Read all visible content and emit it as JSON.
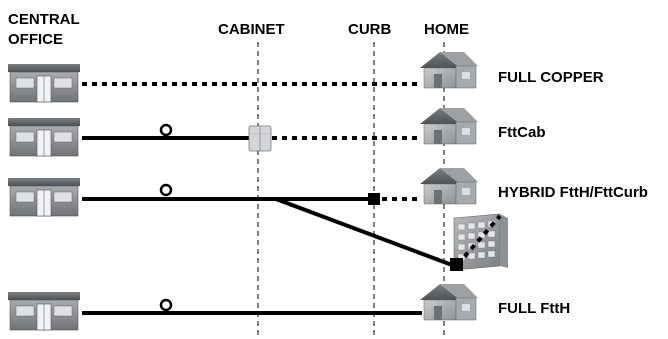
{
  "headers": {
    "central_office_line1": "CENTRAL",
    "central_office_line2": "OFFICE",
    "cabinet": "CABINET",
    "curb": "CURB",
    "home": "HOME"
  },
  "rows": [
    {
      "label": "FULL COPPER"
    },
    {
      "label": "FttCab"
    },
    {
      "label": "HYBRID FttH/FttCurb"
    },
    {
      "label": "FULL FttH"
    }
  ],
  "colors": {
    "fiber": "#000000",
    "copper": "#000000",
    "building_fill": "#8a8d90",
    "building_roof": "#5f6366",
    "guide_line": "#000000"
  }
}
